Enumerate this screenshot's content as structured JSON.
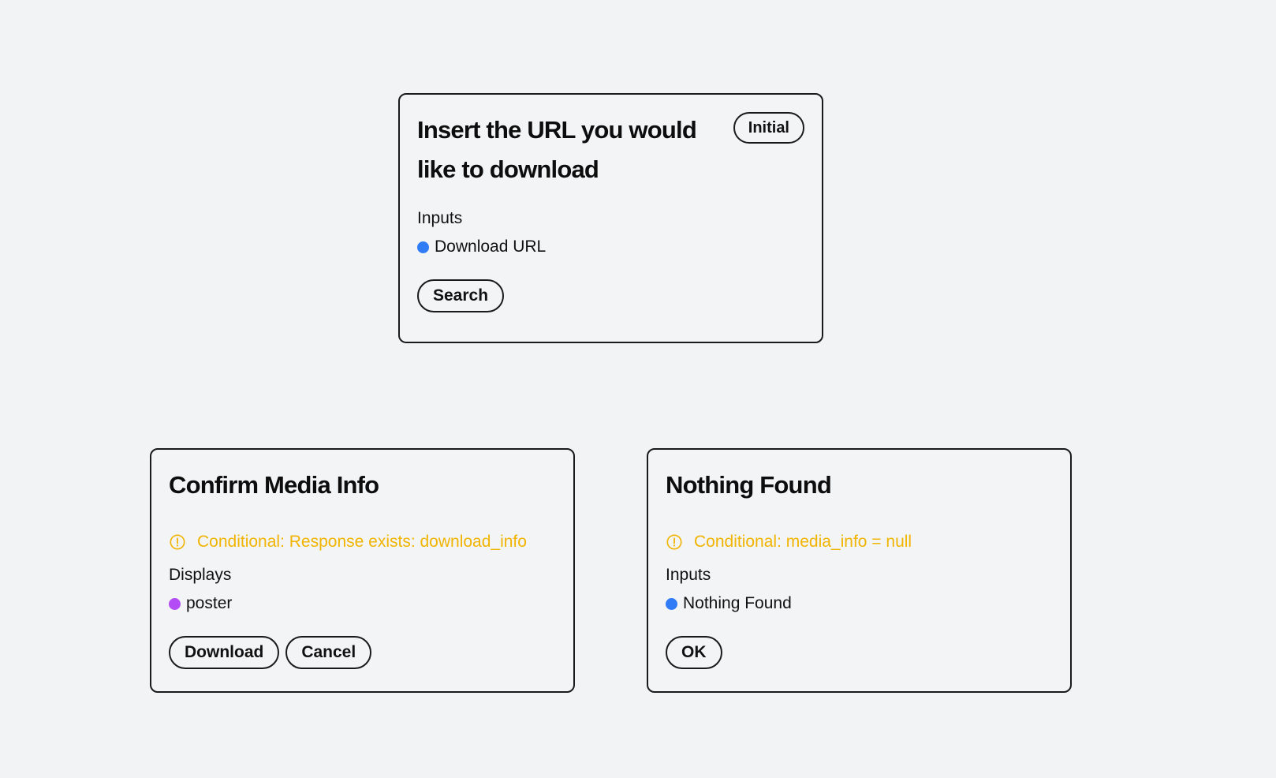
{
  "colors": {
    "input_dot": "#2f7cf6",
    "display_dot": "#b44cf5",
    "conditional": "#f1b400"
  },
  "cards": {
    "initial": {
      "title": "Insert the URL you would like to download",
      "badge": "Initial",
      "section_label": "Inputs",
      "items": [
        "Download URL"
      ],
      "buttons": [
        "Search"
      ]
    },
    "confirm": {
      "title": "Confirm Media Info",
      "conditional_icon": "exclamation-circle-icon",
      "conditional": "Conditional: Response exists: download_info",
      "section_label": "Displays",
      "items": [
        "poster"
      ],
      "buttons": [
        "Download",
        "Cancel"
      ]
    },
    "nothing": {
      "title": "Nothing Found",
      "conditional_icon": "exclamation-circle-icon",
      "conditional": "Conditional: media_info = null",
      "section_label": "Inputs",
      "items": [
        "Nothing Found"
      ],
      "buttons": [
        "OK"
      ]
    }
  }
}
